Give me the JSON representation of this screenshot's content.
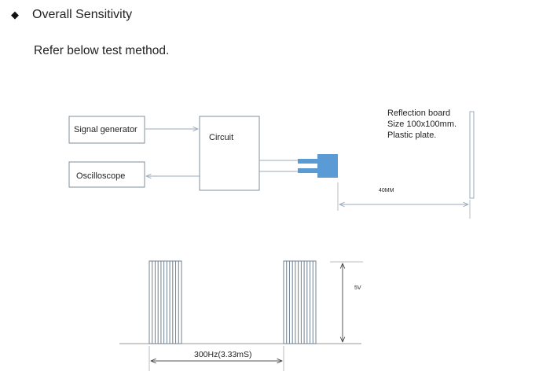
{
  "section": {
    "bullet_icon": "diamond-bullet",
    "title": "Overall Sensitivity",
    "intro": "Refer below test method."
  },
  "setup_diagram": {
    "signal_generator": "Signal generator",
    "oscilloscope": "Oscilloscope",
    "circuit": "Circuit",
    "reflection_board": [
      "Reflection board",
      "Size 100x100mm.",
      "Plastic plate."
    ],
    "distance": "40MM",
    "sensor_color": "#5b9bd5"
  },
  "waveform_diagram": {
    "amplitude": "5V",
    "period": "300Hz(3.33mS)"
  }
}
